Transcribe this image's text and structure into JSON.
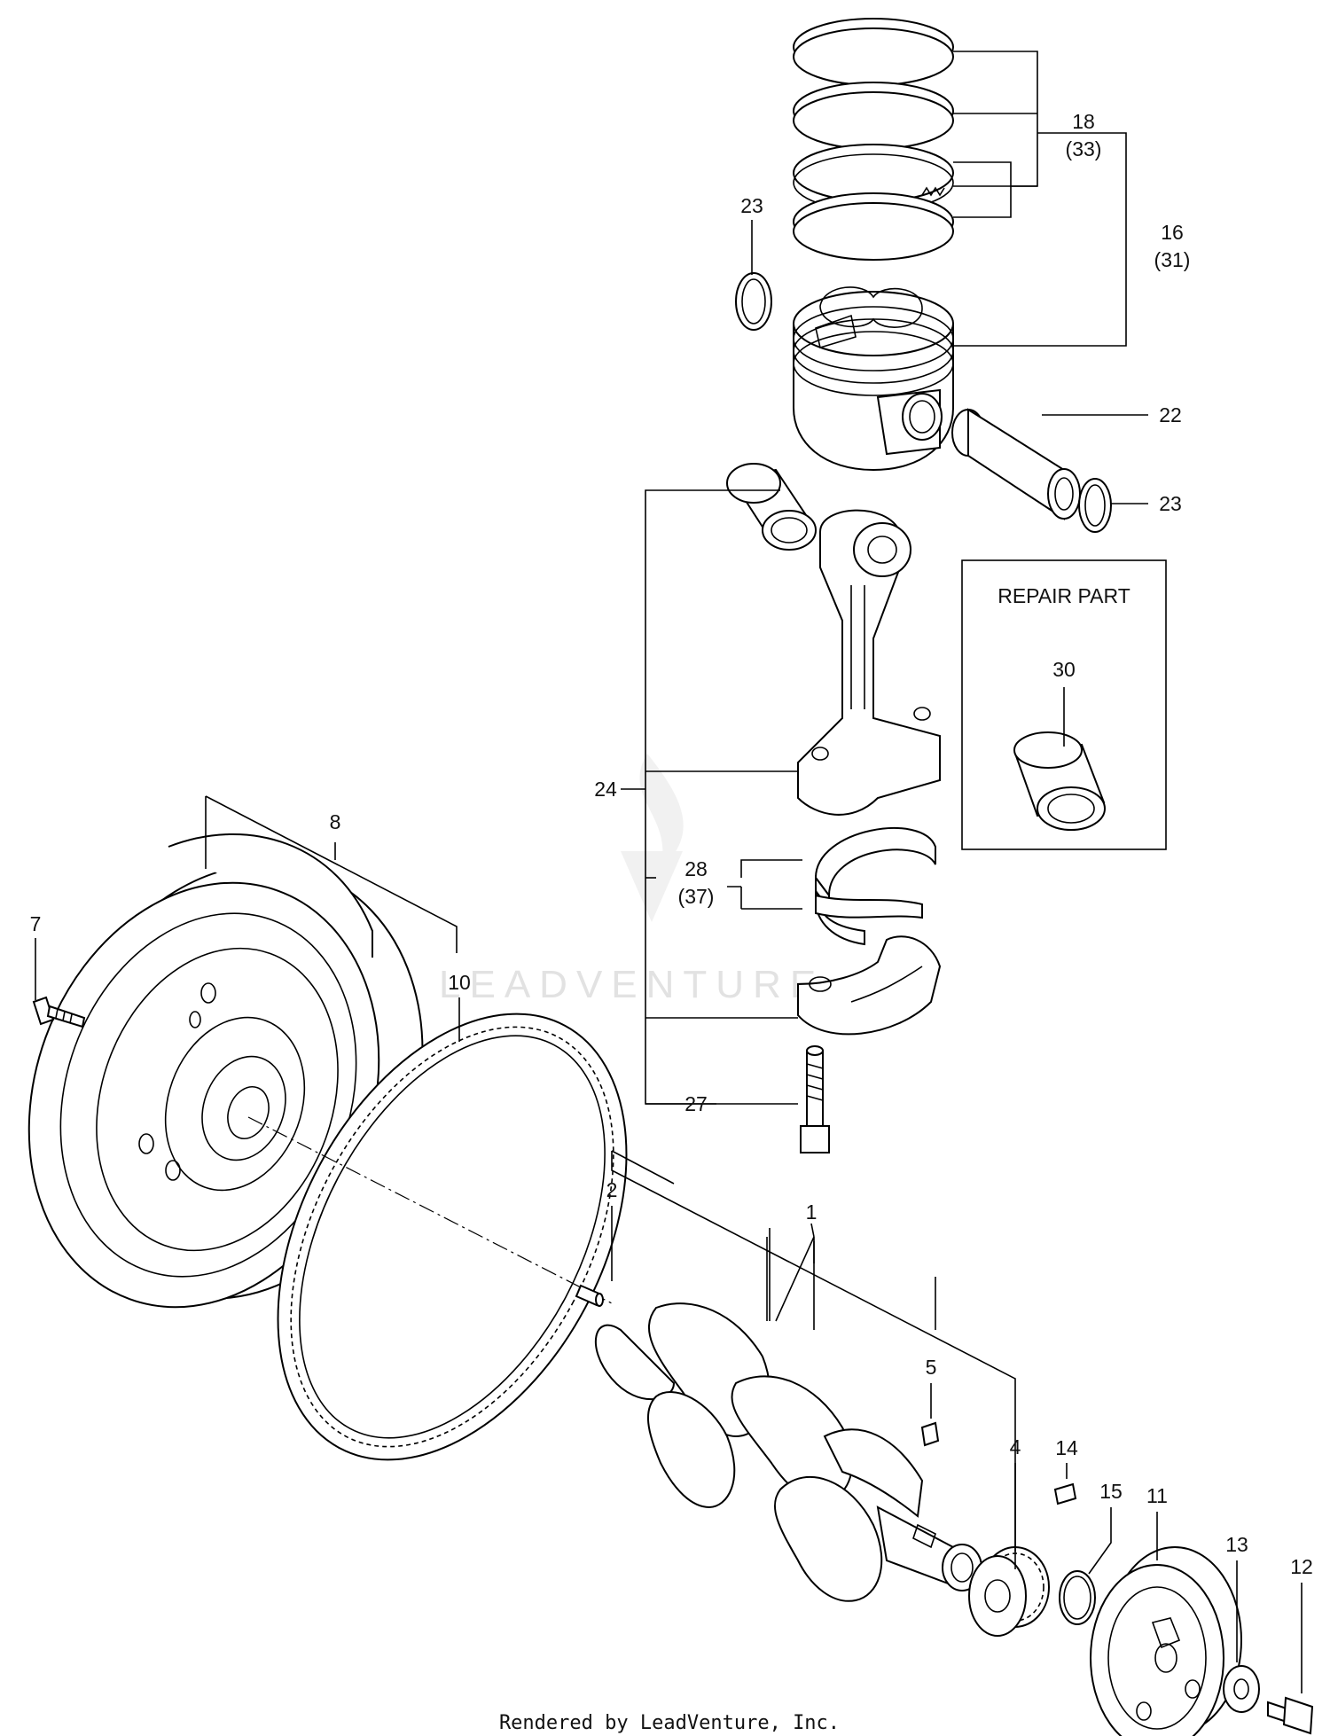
{
  "box": {
    "title": "REPAIR PART"
  },
  "watermark": "LEADVENTURE",
  "footer": "Rendered by LeadVenture, Inc.",
  "labels": {
    "p1": "1",
    "p2": "2",
    "p4": "4",
    "p5": "5",
    "p7": "7",
    "p8": "8",
    "p10": "10",
    "p11": "11",
    "p12": "12",
    "p13": "13",
    "p14": "14",
    "p15": "15",
    "p16": "16",
    "p16b": "(31)",
    "p18": "18",
    "p18b": "(33)",
    "p22": "22",
    "p23a": "23",
    "p23b": "23",
    "p24": "24",
    "p27": "27",
    "p28": "28",
    "p28b": "(37)",
    "p30": "30"
  }
}
